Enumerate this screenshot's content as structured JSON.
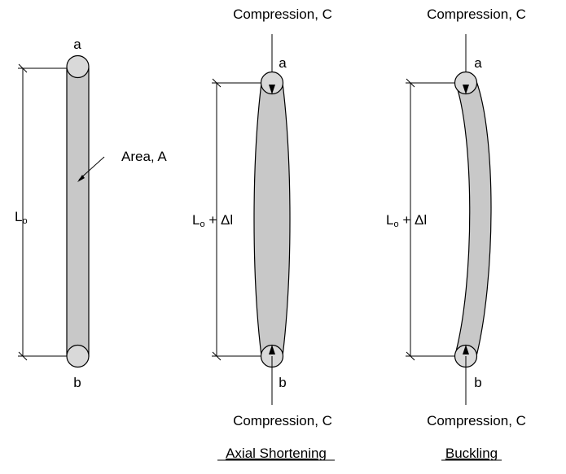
{
  "figures": {
    "original": {
      "label_top": "a",
      "label_bottom": "b",
      "area_label": "Area, A",
      "length_main": "L",
      "length_sub": "o"
    },
    "axial": {
      "load_top": "Compression, C",
      "load_bottom": "Compression, C",
      "label_top": "a",
      "label_bottom": "b",
      "length_main": "L",
      "length_sub": "o",
      "length_suffix": " + Δl",
      "title": "Axial Shortening"
    },
    "buckling": {
      "load_top": "Compression, C",
      "load_bottom": "Compression, C",
      "label_top": "a",
      "label_bottom": "b",
      "length_main": "L",
      "length_sub": "o",
      "length_suffix": " + Δl",
      "title": "Buckling"
    }
  }
}
